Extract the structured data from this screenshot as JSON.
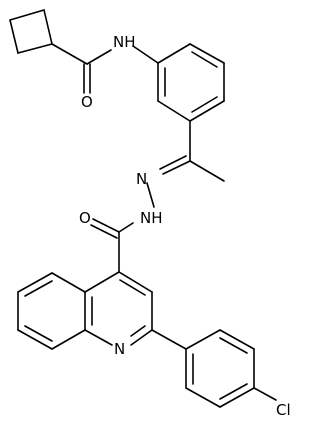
{
  "molecule": {
    "atoms": {
      "amide_nh": "NH",
      "amide_o": "O",
      "hydrazone_n": "N",
      "hydrazide_nh": "NH",
      "hydrazide_o": "O",
      "quinoline_n": "N",
      "chlorine": "Cl"
    }
  }
}
